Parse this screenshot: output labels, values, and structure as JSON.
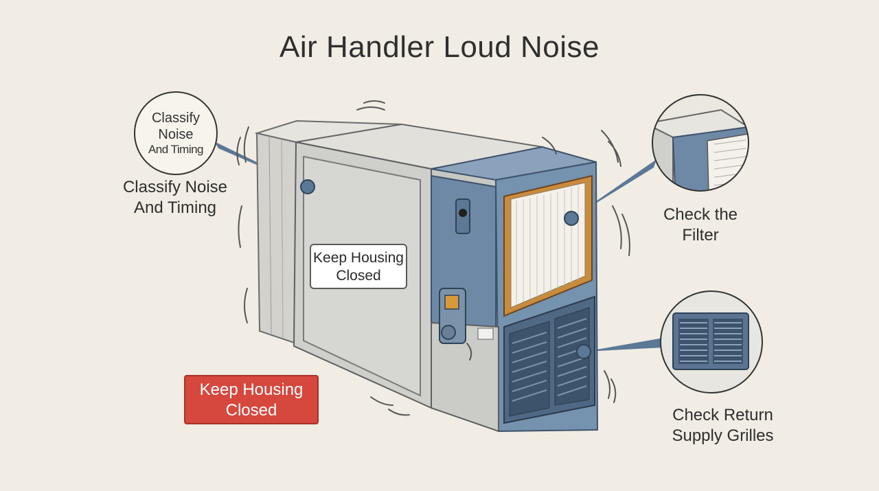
{
  "title": "Air Handler Loud Noise",
  "callouts": {
    "noise_circle": {
      "line1": "Classify",
      "line2": "Noise",
      "line3": "And Timing"
    },
    "noise_label": {
      "line1": "Classify Noise",
      "line2": "And Timing"
    },
    "filter_label": {
      "line1": "Check the",
      "line2": "Filter"
    },
    "grilles_label": {
      "line1": "Check Return",
      "line2": "Supply Grilles"
    }
  },
  "signs": {
    "panel_sign": {
      "line1": "Keep Housing",
      "line2": "Closed"
    },
    "red_sign": {
      "line1": "Keep Housing",
      "line2": "Closed"
    }
  },
  "colors": {
    "background": "#f1ede4",
    "housing_gray": "#cfcfcb",
    "panel_blue": "#6d89a6",
    "filter_frame": "#c98b3c",
    "warning_red": "#d6473d"
  }
}
